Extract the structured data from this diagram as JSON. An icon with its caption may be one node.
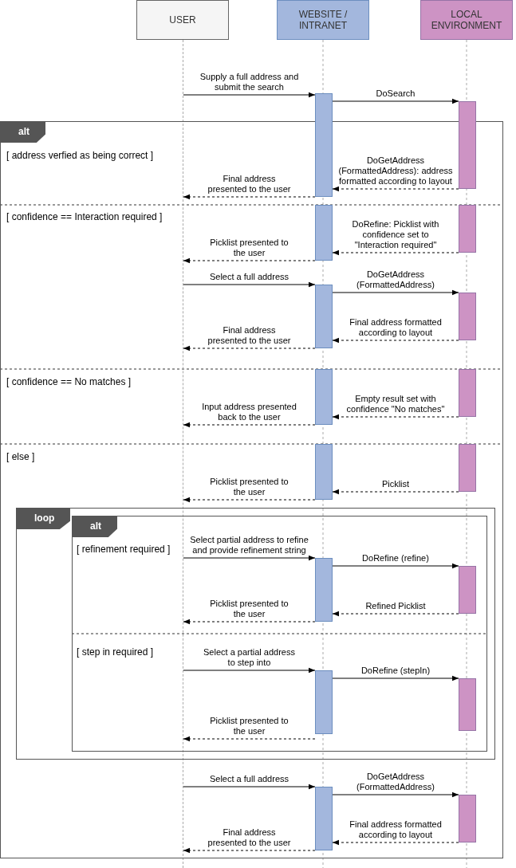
{
  "diagram": {
    "nodes": [
      {
        "text": [
          "USER"
        ]
      },
      {
        "text": [
          "WEBSITE / INTRANET"
        ]
      },
      {
        "text": [
          "LOCAL ENVIRONMENT"
        ]
      },
      {
        "text": [
          "alt"
        ]
      },
      {
        "text": [],
        "shape": "bar"
      },
      {
        "text": [],
        "shape": "bar",
        "in": 3
      },
      {
        "text": [],
        "shape": "bar",
        "in": 3
      },
      {
        "text": [],
        "shape": "bar",
        "in": 3
      },
      {
        "text": [],
        "shape": "bar",
        "in": 3
      },
      {
        "text": [],
        "shape": "bar",
        "in": 3
      },
      {
        "text": [],
        "shape": "bar",
        "in": 3
      },
      {
        "text": [],
        "shape": "bar",
        "in": 3
      },
      {
        "text": [],
        "shape": "bar",
        "in": 3
      },
      {
        "text": [],
        "shape": "bar",
        "in": 3
      },
      {
        "text": [
          "loop"
        ],
        "in": 3
      },
      {
        "text": [
          "alt"
        ],
        "in": 14
      },
      {
        "text": [],
        "shape": "bar",
        "in": 15
      },
      {
        "text": [],
        "shape": "bar",
        "in": 15
      },
      {
        "text": [],
        "shape": "bar",
        "in": 15
      },
      {
        "text": [],
        "shape": "bar",
        "in": 15
      },
      {
        "text": [],
        "shape": "bar",
        "in": 3
      },
      {
        "text": [],
        "shape": "bar",
        "in": 3
      },
      {
        "text": [],
        "shape": "line"
      }
    ],
    "edges": [
      {
        "from": 22,
        "to": 4,
        "arrow": "to",
        "label": "Supply a full address and submit the search"
      },
      {
        "from": 4,
        "to": 5,
        "arrow": "to",
        "label": "DoSearch"
      },
      {
        "from": 5,
        "to": 4,
        "arrow": "to",
        "style": "dashed",
        "label": "DoGetAddress (FormattedAddress): address formatted according to layout"
      },
      {
        "from": 4,
        "to": 22,
        "arrow": "to",
        "style": "dashed",
        "label": "Final address presented to the user"
      },
      {
        "from": 7,
        "to": 6,
        "arrow": "to",
        "style": "dashed",
        "label": "DoRefine: Picklist with confidence set to \"Interaction required\""
      },
      {
        "from": 6,
        "to": 22,
        "arrow": "to",
        "style": "dashed",
        "label": "Picklist presented to the user"
      },
      {
        "from": 22,
        "to": 8,
        "arrow": "to",
        "label": "Select a full address"
      },
      {
        "from": 8,
        "to": 9,
        "arrow": "to",
        "label": "DoGetAddress (FormattedAddress)"
      },
      {
        "from": 9,
        "to": 8,
        "arrow": "to",
        "style": "dashed",
        "label": "Final address formatted according to layout"
      },
      {
        "from": 8,
        "to": 22,
        "arrow": "to",
        "style": "dashed",
        "label": "Final address presented to the user"
      },
      {
        "from": 11,
        "to": 10,
        "arrow": "to",
        "style": "dashed",
        "label": "Empty result set with confidence \"No matches\""
      },
      {
        "from": 10,
        "to": 22,
        "arrow": "to",
        "style": "dashed",
        "label": "Input address presented back to the user"
      },
      {
        "from": 13,
        "to": 12,
        "arrow": "to",
        "style": "dashed",
        "label": "Picklist"
      },
      {
        "from": 12,
        "to": 22,
        "arrow": "to",
        "style": "dashed",
        "label": "Picklist presented to the user"
      },
      {
        "from": 22,
        "to": 16,
        "arrow": "to",
        "label": "Select partial address to refine and provide refinement string"
      },
      {
        "from": 16,
        "to": 17,
        "arrow": "to",
        "label": "DoRefine (refine)"
      },
      {
        "from": 17,
        "to": 16,
        "arrow": "to",
        "style": "dashed",
        "label": "Refined Picklist"
      },
      {
        "from": 16,
        "to": 22,
        "arrow": "to",
        "style": "dashed",
        "label": "Picklist presented to the user"
      },
      {
        "from": 22,
        "to": 18,
        "arrow": "to",
        "label": "Select a partial address to step into"
      },
      {
        "from": 18,
        "to": 19,
        "arrow": "to",
        "label": "DoRefine (stepIn)"
      },
      {
        "from": 18,
        "to": 22,
        "arrow": "to",
        "style": "dashed",
        "label": "Picklist presented to the user"
      },
      {
        "from": 22,
        "to": 20,
        "arrow": "to",
        "label": "Select a full address"
      },
      {
        "from": 20,
        "to": 21,
        "arrow": "to",
        "label": "DoGetAddress (FormattedAddress)"
      },
      {
        "from": 21,
        "to": 20,
        "arrow": "to",
        "style": "dashed",
        "label": "Final address formatted according to layout"
      },
      {
        "from": 20,
        "to": 22,
        "arrow": "to",
        "style": "dashed",
        "label": "Final address presented to the user"
      }
    ],
    "labels": [
      "[ address verfied as being correct ]",
      "[ confidence == Interaction required ]",
      "[ confidence == No matches ]",
      "[ else ]",
      "[ refinement required ]",
      "[ step in required ]"
    ]
  }
}
